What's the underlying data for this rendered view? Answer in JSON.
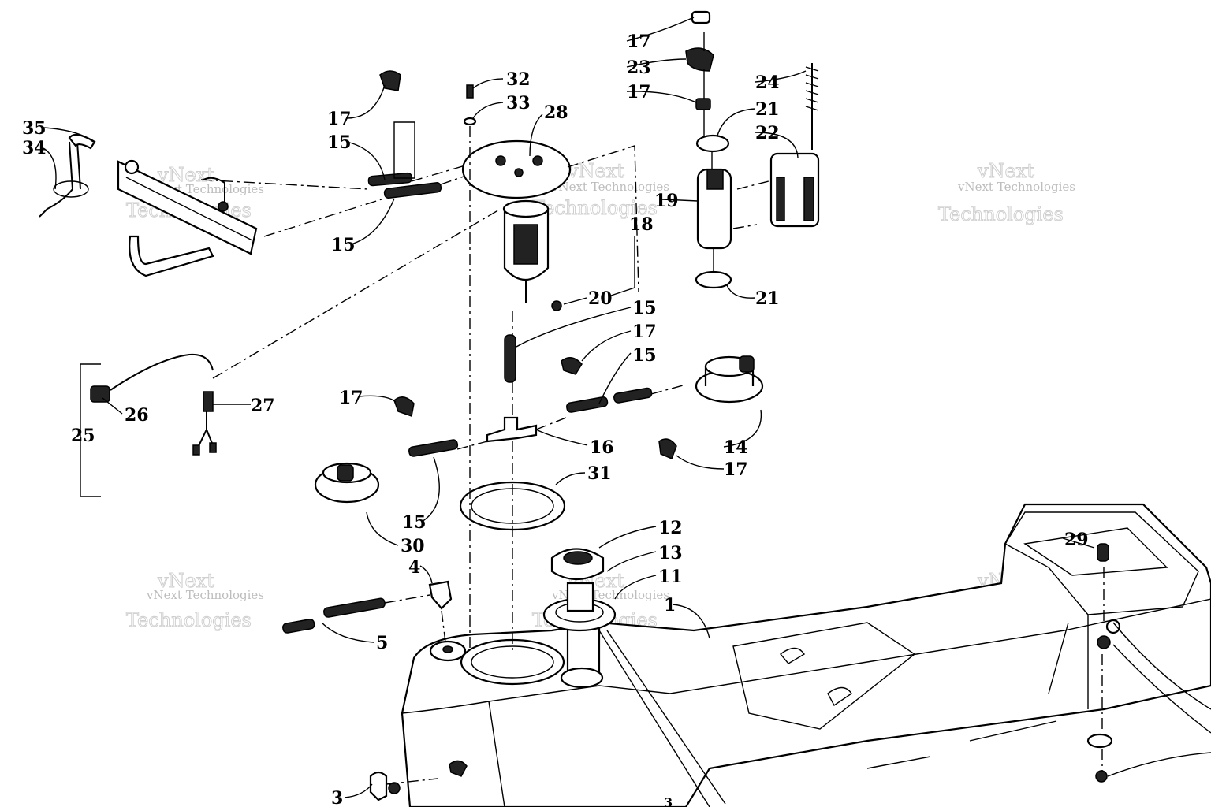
{
  "watermark": {
    "line1": "vNext",
    "line2": "vNext Technologies",
    "line3": "Technologies"
  },
  "callouts": {
    "c35": "35",
    "c34": "34",
    "c17a": "17",
    "c15a": "15",
    "c15b": "15",
    "c32": "32",
    "c33": "33",
    "c28": "28",
    "c17b": "17",
    "c23": "23",
    "c17c": "17",
    "c24": "24",
    "c21a": "21",
    "c22": "22",
    "c19": "19",
    "c18": "18",
    "c21b": "21",
    "c20": "20",
    "c15c": "15",
    "c17d": "17",
    "c15d": "15",
    "c27": "27",
    "c26": "26",
    "c25": "25",
    "c17e": "17",
    "c16": "16",
    "c14": "14",
    "c17f": "17",
    "c31": "31",
    "c15e": "15",
    "c30": "30",
    "c12": "12",
    "c13": "13",
    "c11": "11",
    "c1": "1",
    "c29": "29",
    "c4": "4",
    "c5": "5",
    "c3a": "3",
    "c3b": "3"
  }
}
